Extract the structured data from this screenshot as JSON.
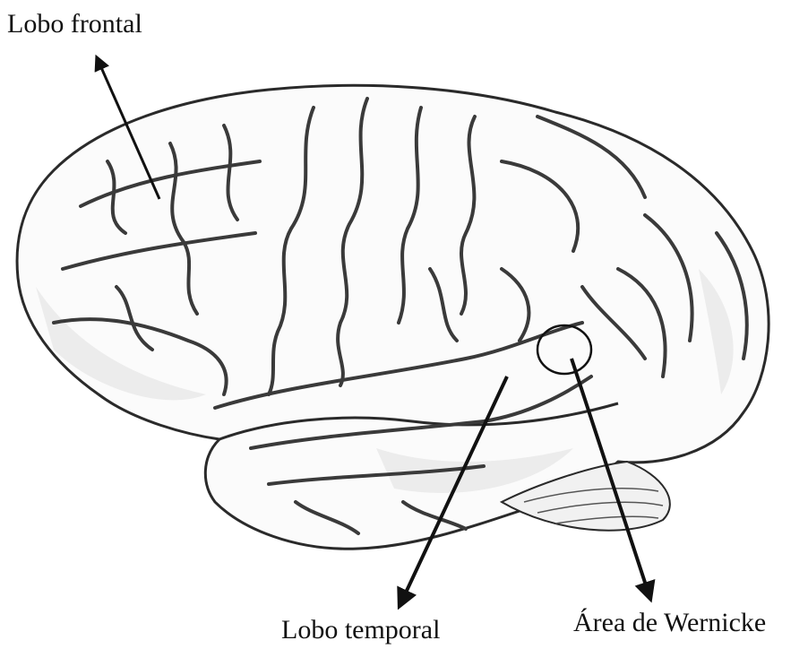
{
  "labels": {
    "frontal": "Lobo frontal",
    "temporal": "Lobo temporal",
    "wernicke": "Área de Wernicke"
  },
  "colors": {
    "ink": "#111111",
    "brain_outline": "#2a2a2a",
    "brain_fill": "#fbfbfb",
    "sulcus": "#3a3a3a",
    "shade": "#d9d9d9"
  }
}
